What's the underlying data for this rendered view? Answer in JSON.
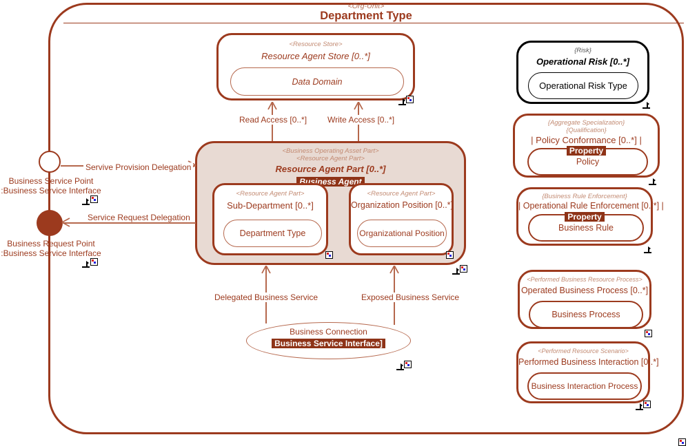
{
  "diagram": {
    "type": "uml-composite-structure",
    "frame": {
      "stereotype": "<Org-Unit>",
      "name": "Department Type"
    },
    "nodes": [
      {
        "id": "resource-agent-store",
        "stereotypes": [
          "<Resource Store>"
        ],
        "name": "Resource Agent Store [0..*]",
        "inner": "Data Domain"
      },
      {
        "id": "business-agent",
        "stereotypes": [
          "<Business Operating Asset Part>",
          "<Resource Agent Part>"
        ],
        "name": "Resource Agent Part [0..*]",
        "badge": "Business Agent"
      },
      {
        "id": "sub-department",
        "stereotypes": [
          "<Resource Agent Part>"
        ],
        "name": "Sub-Department [0..*]",
        "inner": "Department Type"
      },
      {
        "id": "organization-position",
        "stereotypes": [
          "<Resource Agent Part>"
        ],
        "name": "Organization Position [0..*]",
        "inner": "Organizational Position"
      },
      {
        "id": "operational-risk",
        "stereotypes": [
          "{Risk}"
        ],
        "name": "Operational Risk [0..*]",
        "inner": "Operational Risk Type"
      },
      {
        "id": "policy-conformance",
        "stereotypes": [
          "{Aggregate Specialization}",
          "{Qualification}"
        ],
        "name": "| Policy Conformance [0..*] |",
        "badge": "Property",
        "inner": "Policy"
      },
      {
        "id": "operational-rule-enforcement",
        "stereotypes": [
          "{Business Rule Enforcement}"
        ],
        "name": "| Operational Rule Enforcement [0..*] |",
        "badge": "Property",
        "inner": "Business Rule"
      },
      {
        "id": "operated-business-process",
        "stereotypes": [
          "<Performed Business Resource Process>"
        ],
        "name": "Operated Business Process [0..*]",
        "inner": "Business Process"
      },
      {
        "id": "performed-business-interaction",
        "stereotypes": [
          "<Performed Resource Scenario>"
        ],
        "name": "Performed Business Interaction [0..*]",
        "inner": "Business Interaction Process"
      },
      {
        "id": "business-connection",
        "name": "Business Connection",
        "badge": "Business Service Interface]"
      }
    ],
    "ports": [
      {
        "id": "business-service-point",
        "kind": "open",
        "label_line1": "Business Service Point",
        "label_line2": ":Business Service Interface"
      },
      {
        "id": "business-request-point",
        "kind": "filled",
        "label_line1": "Business Request Point",
        "label_line2": ":Business Service Interface"
      }
    ],
    "connectors": [
      {
        "id": "read-access",
        "label": "Read Access [0..*]"
      },
      {
        "id": "write-access",
        "label": "Write Access [0..*]"
      },
      {
        "id": "service-provision-delegation",
        "label": "Servive Provision Delegation"
      },
      {
        "id": "service-request-delegation",
        "label": "Service Request Delegation"
      },
      {
        "id": "delegated-business-service",
        "label": "Delegated Business Service"
      },
      {
        "id": "exposed-business-service",
        "label": "Exposed Business Service"
      }
    ],
    "colors": {
      "primary": "#9c3a1e",
      "line": "#b5674c",
      "stereotype": "#c28a72",
      "fill": "#e8dad3",
      "badge_bg": "#8e3317",
      "black": "#000000",
      "white": "#ffffff"
    }
  }
}
